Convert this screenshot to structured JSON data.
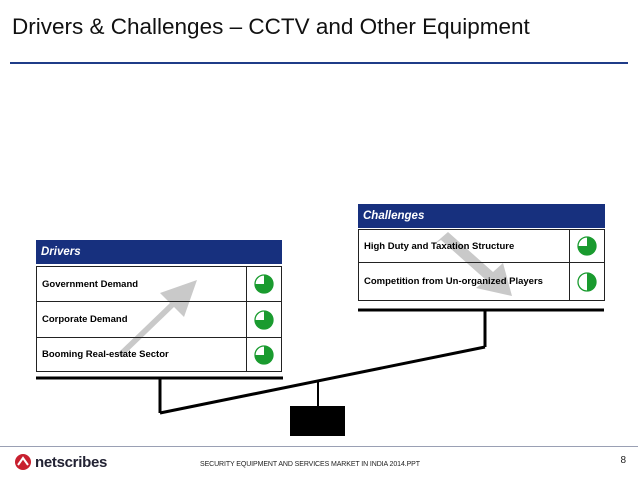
{
  "title": "Drivers & Challenges – CCTV and Other Equipment",
  "colors": {
    "header_bg": "#17307e",
    "accent": "#1f3c88",
    "icon_fill": "#1a9b2f",
    "arrow": "#c0c0c0"
  },
  "drivers": {
    "header": "Drivers",
    "items": [
      {
        "label": "Government Demand",
        "level": 0.75,
        "icon": "harvey-ball-three-quarter-icon"
      },
      {
        "label": "Corporate Demand",
        "level": 0.75,
        "icon": "harvey-ball-three-quarter-icon"
      },
      {
        "label": "Booming Real-estate Sector",
        "level": 0.75,
        "icon": "harvey-ball-three-quarter-icon"
      }
    ]
  },
  "challenges": {
    "header": "Challenges",
    "items": [
      {
        "label": "High Duty and Taxation Structure",
        "level": 0.75,
        "icon": "harvey-ball-three-quarter-icon"
      },
      {
        "label": "Competition from Un-organized Players",
        "level": 0.5,
        "icon": "harvey-ball-half-icon"
      }
    ]
  },
  "footer": {
    "logo": "netscribes",
    "text": "SECURITY EQUIPMENT AND SERVICES MARKET IN INDIA 2014.PPT",
    "page": "8"
  }
}
